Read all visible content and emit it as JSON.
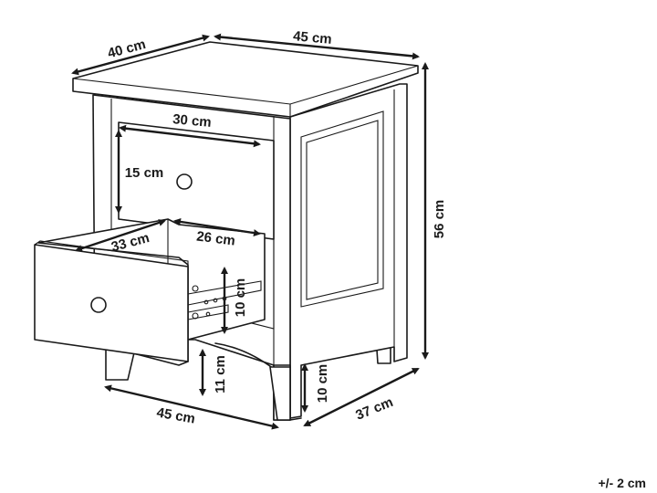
{
  "dimensions": {
    "top_depth": "40 cm",
    "top_width": "45 cm",
    "drawer_inner_width": "30 cm",
    "drawer_front_height": "15 cm",
    "drawer_depth": "33 cm",
    "drawer_interior_width": "26 cm",
    "drawer_interior_height": "10 cm",
    "total_height": "56 cm",
    "leg_clearance": "11 cm",
    "leg_height": "10 cm",
    "base_width": "45 cm",
    "base_depth": "37 cm"
  },
  "tolerance": "+/- 2 cm",
  "colors": {
    "line": "#1a1a1a",
    "background": "#ffffff"
  }
}
